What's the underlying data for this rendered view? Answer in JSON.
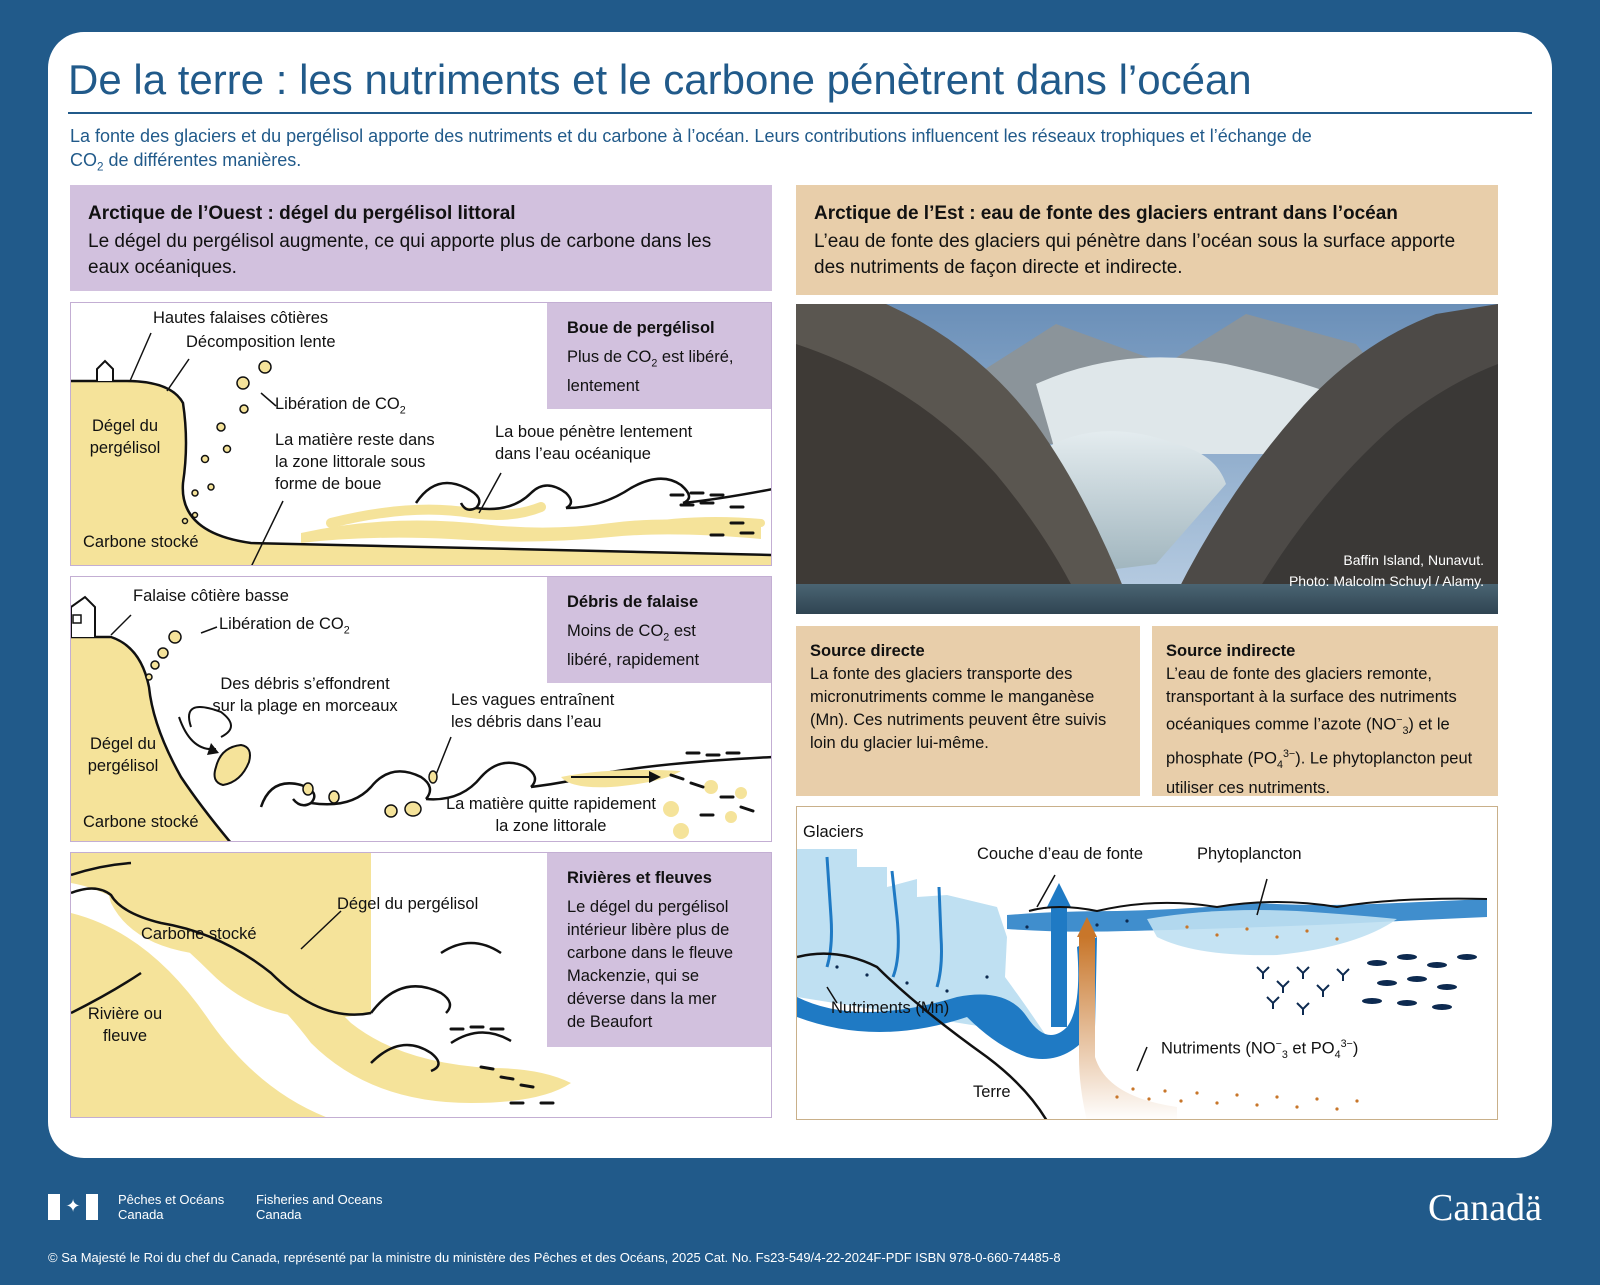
{
  "title": "De la terre : les nutriments et le carbone pénètrent dans l’océan",
  "intro": {
    "line1": "La fonte des glaciers et du pergélisol apporte des nutriments et du carbone à l’océan. Leurs contributions influencent les réseaux trophiques et l’échange de",
    "co2_prefix": "CO",
    "co2_sub": "2",
    "line2_rest": " de différentes manières."
  },
  "west": {
    "heading": "Arctique de l’Ouest : dégel du pergélisol littoral",
    "text": "Le dégel du pergélisol augmente, ce qui apporte plus de carbone dans les eaux océaniques.",
    "panel1": {
      "labels": {
        "cliffs": "Hautes falaises côtières",
        "decomp": "Décomposition lente",
        "co2": "Libération de CO",
        "co2_sub": "2",
        "thaw1": "Dégel du",
        "thaw2": "pergélisol",
        "stays1": "La matière reste dans",
        "stays2": "la zone littorale sous",
        "stays3": "forme de boue",
        "mud1": "La boue pénètre lentement",
        "mud2": "dans l’eau océanique",
        "stored": "Carbone stocké"
      },
      "note": {
        "title": "Boue de pergélisol",
        "line1a": "Plus de CO",
        "line1sub": "2",
        "line1b": " est libéré,",
        "line2": "lentement"
      }
    },
    "panel2": {
      "labels": {
        "cliff": "Falaise côtière basse",
        "co2": "Libération de CO",
        "co2_sub": "2",
        "debris1": "Des débris s’effondrent",
        "debris2": "sur la plage en morceaux",
        "waves1": "Les vagues entraînent",
        "waves2": "les débris dans l’eau",
        "thaw1": "Dégel du",
        "thaw2": "pergélisol",
        "leaves1": "La matière quitte rapidement",
        "leaves2": "la zone littorale",
        "stored": "Carbone stocké"
      },
      "note": {
        "title": "Débris de falaise",
        "line1a": "Moins de CO",
        "line1sub": "2",
        "line1b": " est",
        "line2": "libéré, rapidement"
      }
    },
    "panel3": {
      "labels": {
        "thaw": "Dégel du pergélisol",
        "stored": "Carbone stocké",
        "river1": "Rivière ou",
        "river2": "fleuve"
      },
      "note": {
        "title": "Rivières et fleuves",
        "lines": [
          "Le dégel du pergélisol",
          "intérieur libère plus de",
          "carbone dans le fleuve",
          "Mackenzie, qui se",
          "déverse dans la mer",
          "de Beaufort"
        ]
      }
    }
  },
  "east": {
    "heading": "Arctique de l’Est : eau de fonte des glaciers entrant dans l’océan",
    "text": "L’eau de fonte des glaciers qui pénètre dans l’océan sous la surface apporte des nutriments de façon directe et indirecte.",
    "photo_credit1": "Baffin Island, Nunavut.",
    "photo_credit2": "Photo: Malcolm Schuyl / Alamy.",
    "direct": {
      "title": "Source directe",
      "text": "La fonte des glaciers transporte des micronutriments comme le manganèse (Mn). Ces nutriments peuvent être suivis loin du glacier lui-même."
    },
    "indirect": {
      "title": "Source indirecte",
      "t1": "L’eau de fonte des glaciers remonte, transportant à la surface des nutriments océaniques comme l’azote (NO",
      "t1sub": "3",
      "t1sup": "−",
      "t2": ") et le phosphate (PO",
      "t2sub": "4",
      "t2sup": "3−",
      "t3": "). Le phytoplancton peut utiliser ces nutriments."
    },
    "diagram": {
      "glaciers": "Glaciers",
      "meltwater": "Couche d’eau de fonte",
      "phyto": "Phytoplancton",
      "nutr_mn": "Nutriments (Mn)",
      "nutr_np_a": "Nutriments (NO",
      "nutr_np_sub1": "3",
      "nutr_np_sup1": "−",
      "nutr_np_b": " et PO",
      "nutr_np_sub2": "4",
      "nutr_np_sup2": "3−",
      "nutr_np_c": ")",
      "land": "Terre"
    }
  },
  "footer": {
    "fr1": "Pêches et Océans",
    "fr2": "Canada",
    "en1": "Fisheries and Oceans",
    "en2": "Canada",
    "wordmark": "Canadä",
    "copyright": "© Sa Majesté le Roi du chef du Canada, représenté par la ministre du ministère des Pêches et des Océans, 2025   Cat. No. Fs23-549/4-22-2024F-PDF  ISBN 978-0-660-74485-8"
  },
  "colors": {
    "brand_blue": "#215a8a",
    "purple": "#d2c1de",
    "tan": "#e8ceaa",
    "sand": "#f5e39a",
    "ice": "#bfe0f2",
    "melt_blue": "#1f7ac4",
    "nutrient_orange": "#c8762a"
  }
}
